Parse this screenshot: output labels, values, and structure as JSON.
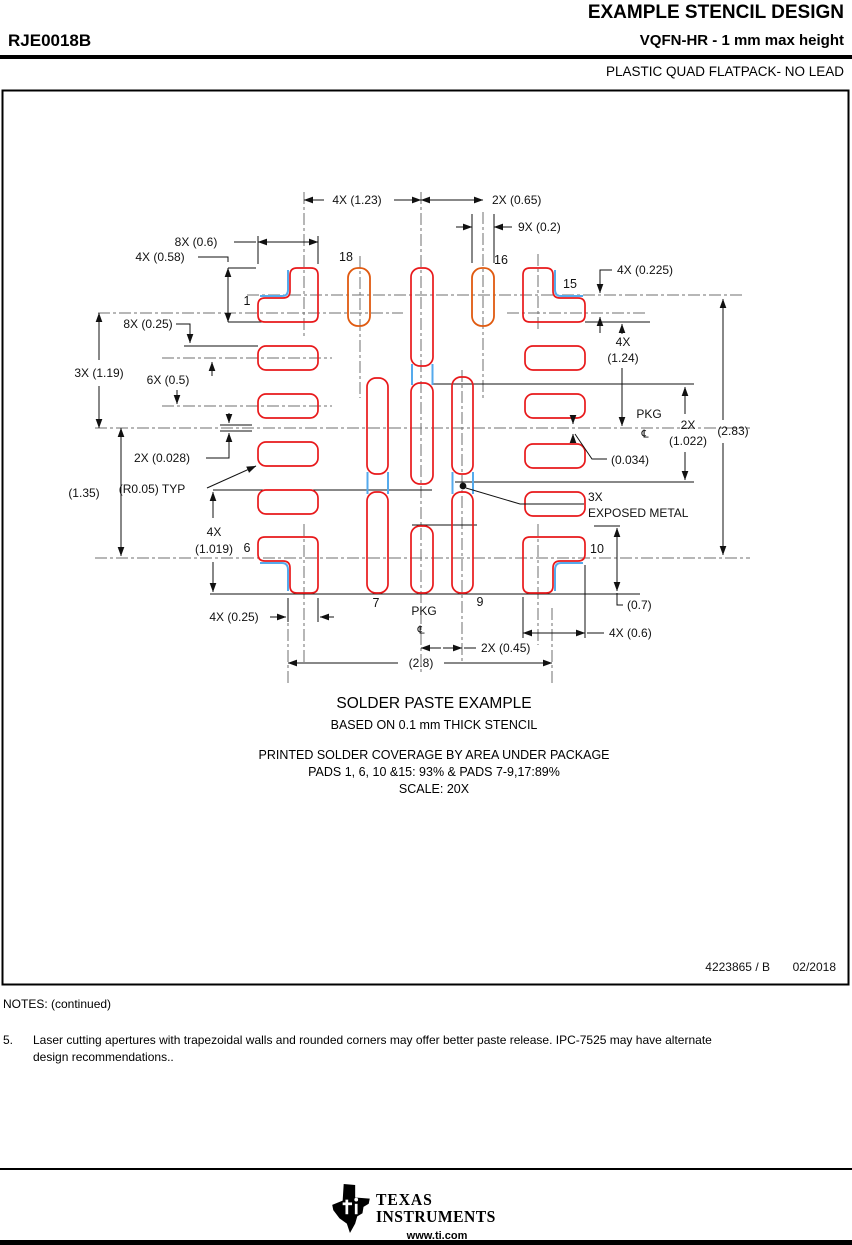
{
  "header": {
    "doc_title": "EXAMPLE STENCIL DESIGN",
    "part_number": "RJE0018B",
    "subtitle": "VQFN-HR - 1 mm max height",
    "package_type": "PLASTIC QUAD FLATPACK- NO LEAD"
  },
  "drawing": {
    "dims": {
      "pitch_left": "4X (1.23)",
      "pitch_right": "2X (0.65)",
      "pad_w_top": "9X (0.2)",
      "corner_w": "8X (0.6)",
      "corner_h": "4X (0.58)",
      "edge_offset": "4X (0.225)",
      "gap_top": "8X (0.25)",
      "row_span": "3X (1.19)",
      "row_pitch": "6X (0.5)",
      "center_off": "2X (0.028)",
      "half_h": "(1.35)",
      "radius": "(R0.05) TYP",
      "d1019_a": "4X",
      "d1019_b": "(1.019)",
      "stub_w": "4X (0.25)",
      "d124_a": "4X",
      "d124_b": "(1.24)",
      "d1022_a": "2X",
      "d1022_b": "(1.022)",
      "overall_h": "(2.83)",
      "d034": "(0.034)",
      "d07": "(0.7)",
      "d06": "4X (0.6)",
      "d045": "2X (0.45)",
      "overall_w": "(2.8)"
    },
    "labels": {
      "pkg": "PKG",
      "cl": "℄",
      "exposed_a": "3X",
      "exposed_b": "EXPOSED METAL"
    },
    "pads": {
      "p1": "1",
      "p6": "6",
      "p7": "7",
      "p9": "9",
      "p10": "10",
      "p15": "15",
      "p16": "16",
      "p18": "18"
    },
    "caption": {
      "line1": "SOLDER PASTE EXAMPLE",
      "line2": "BASED ON 0.1 mm THICK STENCIL",
      "line3": "PRINTED SOLDER COVERAGE BY AREA UNDER PACKAGE",
      "line4": "PADS 1, 6, 10 &15: 93% & PADS 7-9,17:89%",
      "line5": "SCALE: 20X"
    },
    "colors": {
      "aperture_red": "#e8191b",
      "pad_orange": "#e05a10",
      "metal_blue": "#55aaec"
    }
  },
  "title_block": {
    "doc_number": "4223865 / B",
    "doc_date": "02/2018"
  },
  "notes": {
    "heading": "NOTES: (continued)",
    "item_number": "5.",
    "line1": "Laser cutting apertures with trapezoidal walls and rounded corners may offer better paste release. IPC-7525 may have alternate",
    "line2": "design recommendations.."
  },
  "footer": {
    "brand_top": "TEXAS",
    "brand_bottom": "INSTRUMENTS",
    "url": "www.ti.com"
  }
}
